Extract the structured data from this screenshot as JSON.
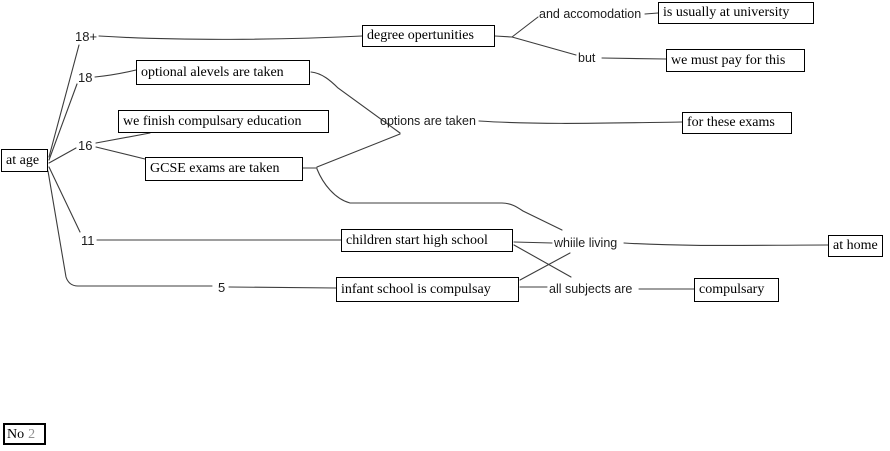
{
  "diagram": {
    "root": {
      "label": "at age"
    },
    "ages": {
      "a18plus": "18+",
      "a18": "18",
      "a16": "16",
      "a11": "11",
      "a5": "5"
    },
    "nodes": {
      "degree": "degree opertunities",
      "alevels": "optional alevels are taken",
      "finish": "we finish compulsary education",
      "gcse": "GCSE exams are taken",
      "university": "is usually at university",
      "pay": "we must pay for this",
      "exams": "for these exams",
      "highschool": "children start high school",
      "infant": "infant school is compulsay",
      "home": "at home",
      "compulsary": "compulsary"
    },
    "links": {
      "accomodation": "and accomodation",
      "but": "but",
      "options": "options are taken",
      "living": "whiile living",
      "subjects": "all subjects are"
    },
    "footer": {
      "no_label": "No",
      "no_number": "2"
    }
  },
  "colors": {
    "background": "#ffffff",
    "box_border": "#000000",
    "node_text": "#000000",
    "edge": "#3c3c3c",
    "page_number": "#8f8f8f"
  }
}
